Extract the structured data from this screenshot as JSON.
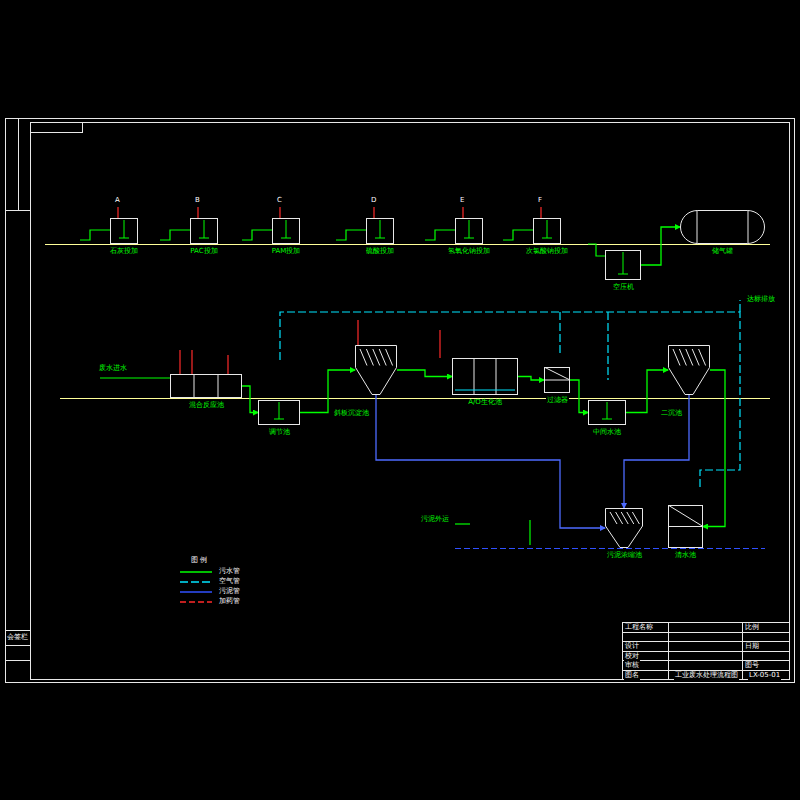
{
  "diagram": {
    "title": "工业废水处理流程图",
    "nodes": [
      {
        "text": [
          "石灰投加"
        ]
      },
      {
        "text": [
          "PAC投加"
        ]
      },
      {
        "text": [
          "PAM投加"
        ]
      },
      {
        "text": [
          "硫酸投加"
        ]
      },
      {
        "text": [
          "氢氧化钠投加"
        ]
      },
      {
        "text": [
          "次氯酸钠投加"
        ]
      },
      {
        "text": [
          "空压机"
        ]
      },
      {
        "text": [
          "储气罐"
        ]
      },
      {
        "text": [
          "混合反应池"
        ]
      },
      {
        "text": [
          "调节池"
        ]
      },
      {
        "text": [
          "斜板沉淀池"
        ]
      },
      {
        "text": [
          "A/O生化池"
        ]
      },
      {
        "text": [
          "过滤器"
        ]
      },
      {
        "text": [
          "中间水池"
        ]
      },
      {
        "text": [
          "二沉池"
        ]
      },
      {
        "text": [
          "污泥浓缩池"
        ]
      },
      {
        "text": [
          "清水池"
        ]
      }
    ],
    "edges": [
      {
        "from": 8,
        "to": 9,
        "arrow": "to"
      },
      {
        "from": 9,
        "to": 10,
        "arrow": "to"
      },
      {
        "from": 10,
        "to": 11,
        "arrow": "to"
      },
      {
        "from": 11,
        "to": 12,
        "arrow": "to"
      },
      {
        "from": 12,
        "to": 13,
        "arrow": "to"
      },
      {
        "from": 13,
        "to": 14,
        "arrow": "to"
      },
      {
        "from": 14,
        "to": 16,
        "arrow": "to"
      },
      {
        "from": 10,
        "to": 15,
        "arrow": "to"
      },
      {
        "from": 14,
        "to": 15,
        "arrow": "to"
      },
      {
        "from": 6,
        "to": 7,
        "arrow": "to"
      }
    ],
    "labels": [
      "A",
      "B",
      "C",
      "D",
      "E",
      "F",
      "废水进水",
      "污泥外运",
      "达标排放",
      "图 例",
      "工程名称",
      "设计",
      "校对",
      "审核",
      "图名",
      "比例",
      "日期",
      "图号",
      "LX-05-01",
      "会签栏"
    ],
    "legend": [
      {
        "text": "污水管"
      },
      {
        "text": "空气管"
      },
      {
        "text": "污泥管"
      },
      {
        "text": "加药管"
      }
    ]
  }
}
